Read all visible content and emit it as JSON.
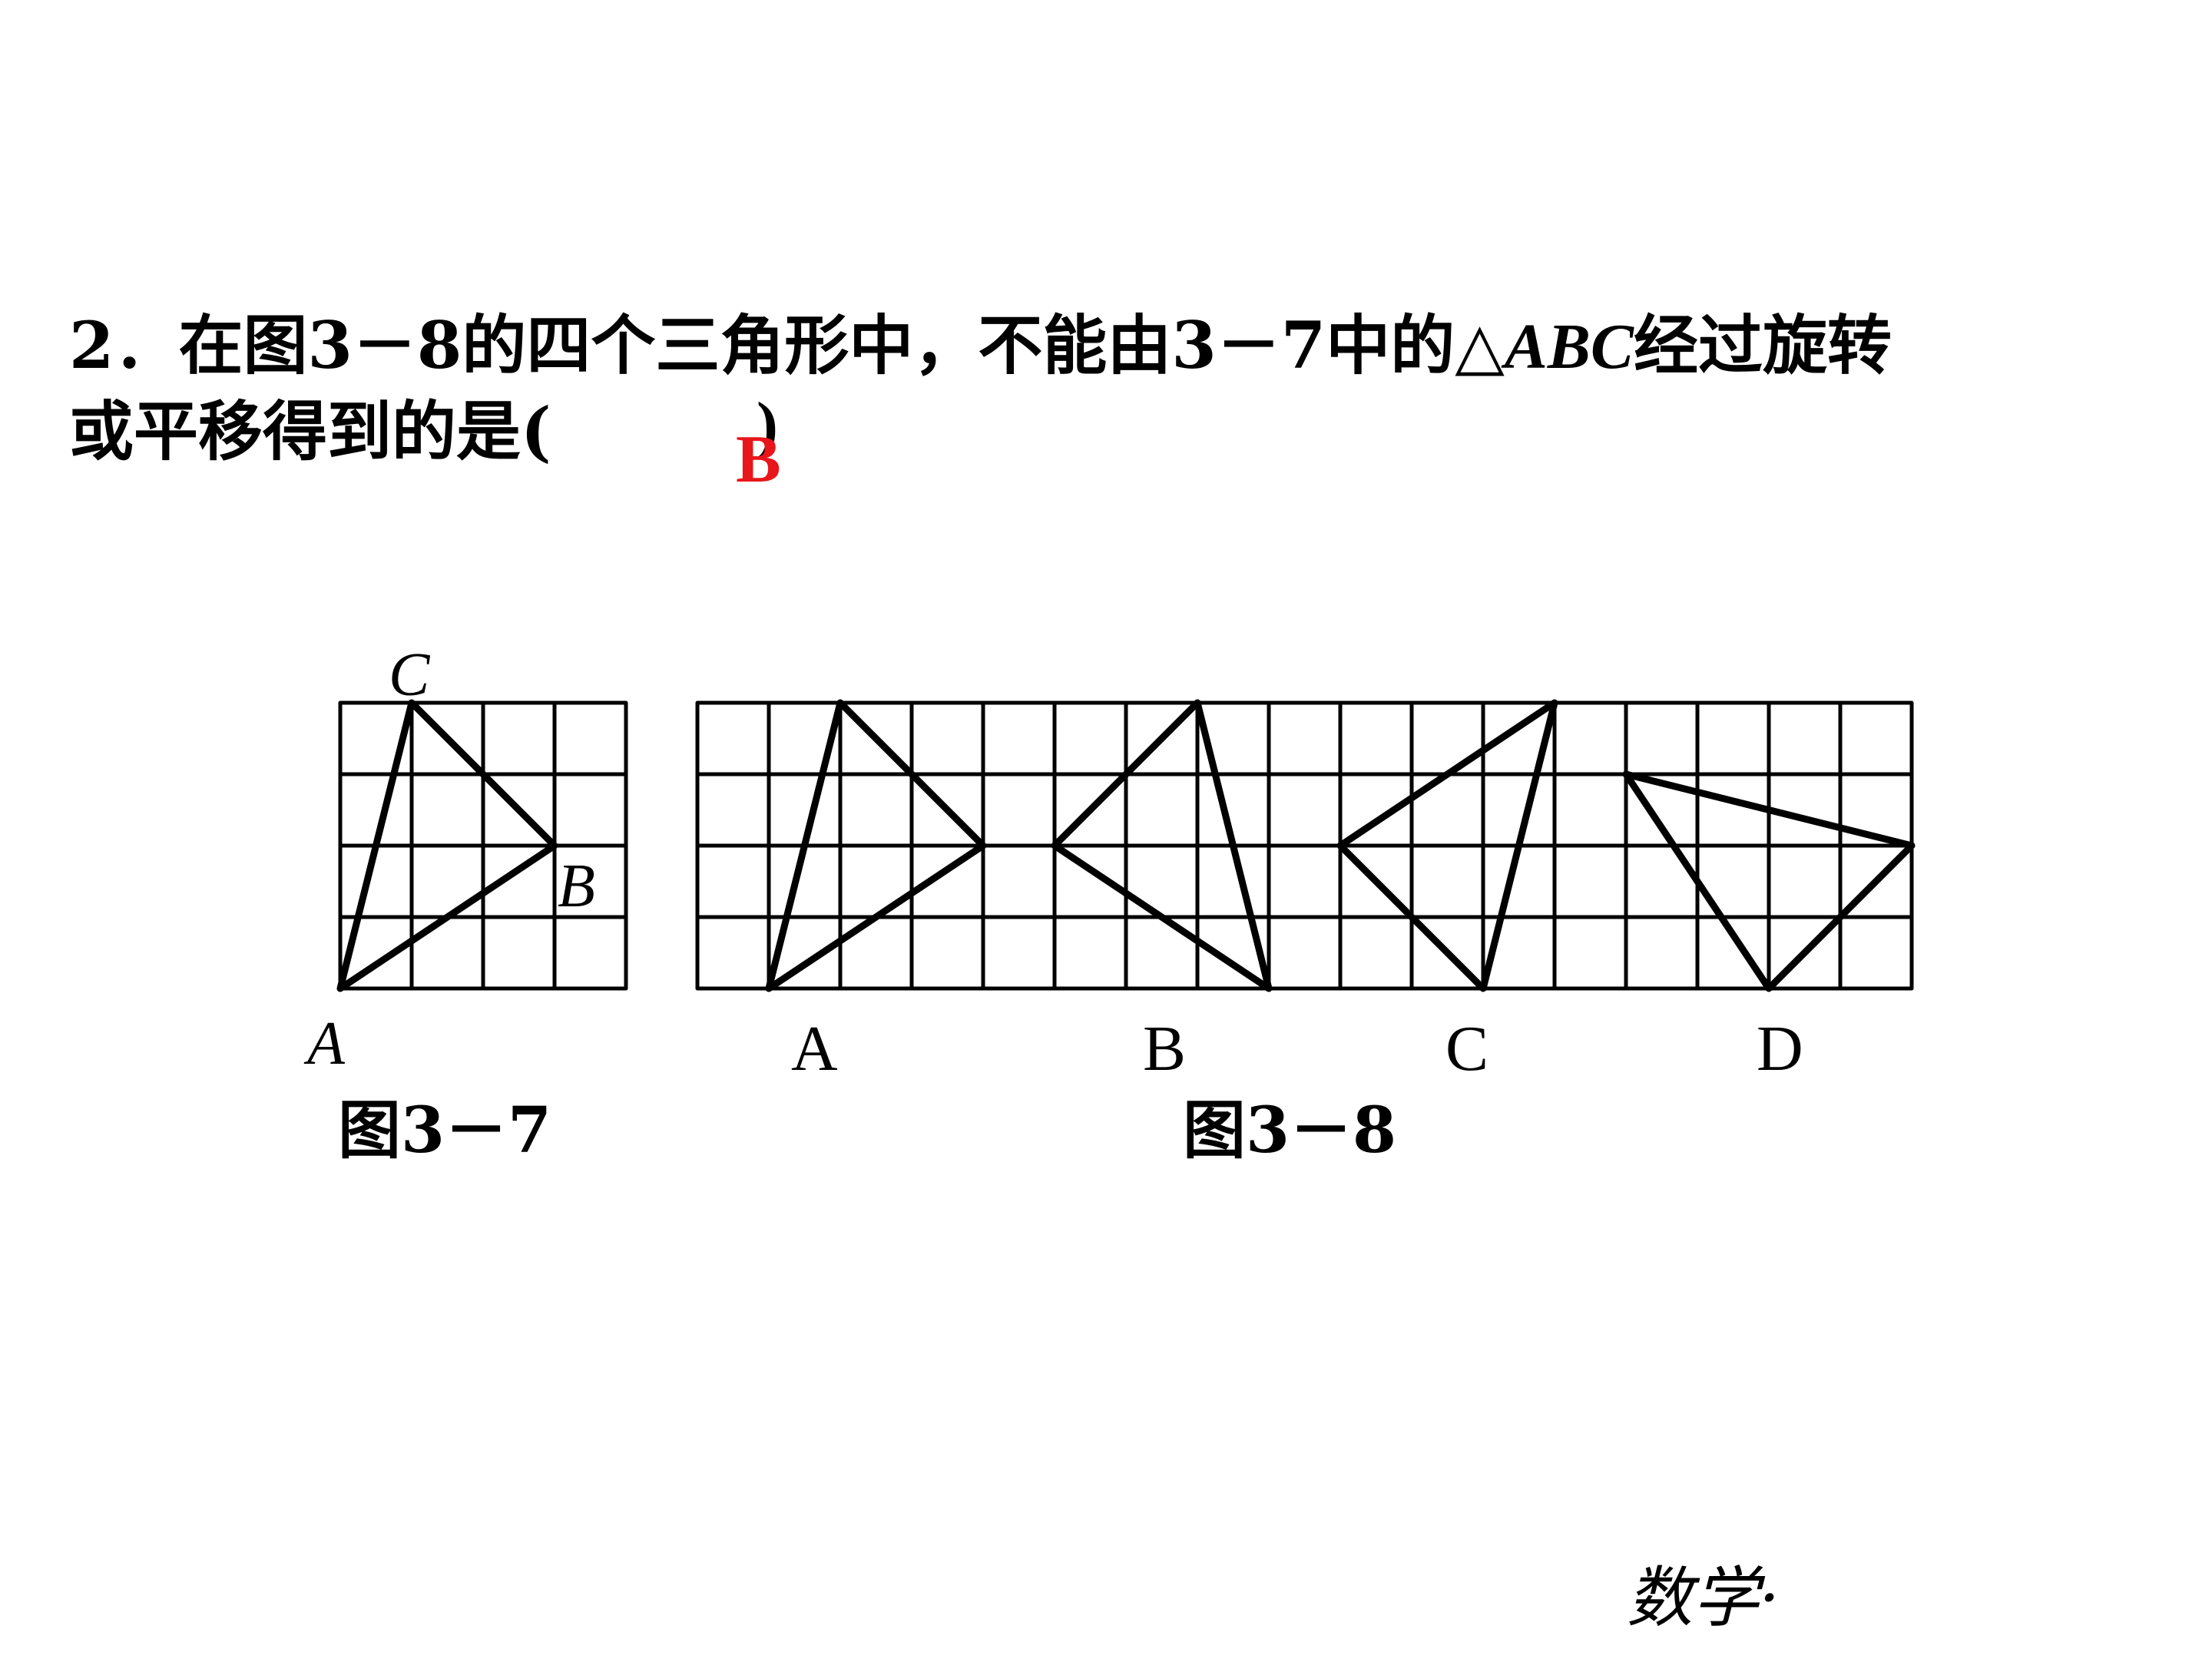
{
  "question": {
    "number": "2．",
    "line1": "在图3－8的四个三角形中，不能由3－7中的△",
    "abc": "ABC",
    "line1_end": "经过旋转",
    "line2": "或平移得到的是(",
    "close_paren": ")",
    "answer": "B"
  },
  "figure_3_7": {
    "caption": "图3－7",
    "labels": {
      "a": "A",
      "b": "B",
      "c": "C"
    }
  },
  "figure_3_8": {
    "caption": "图3－8",
    "option_labels": [
      "A",
      "B",
      "C",
      "D"
    ]
  },
  "footer": {
    "text": "数学·"
  }
}
